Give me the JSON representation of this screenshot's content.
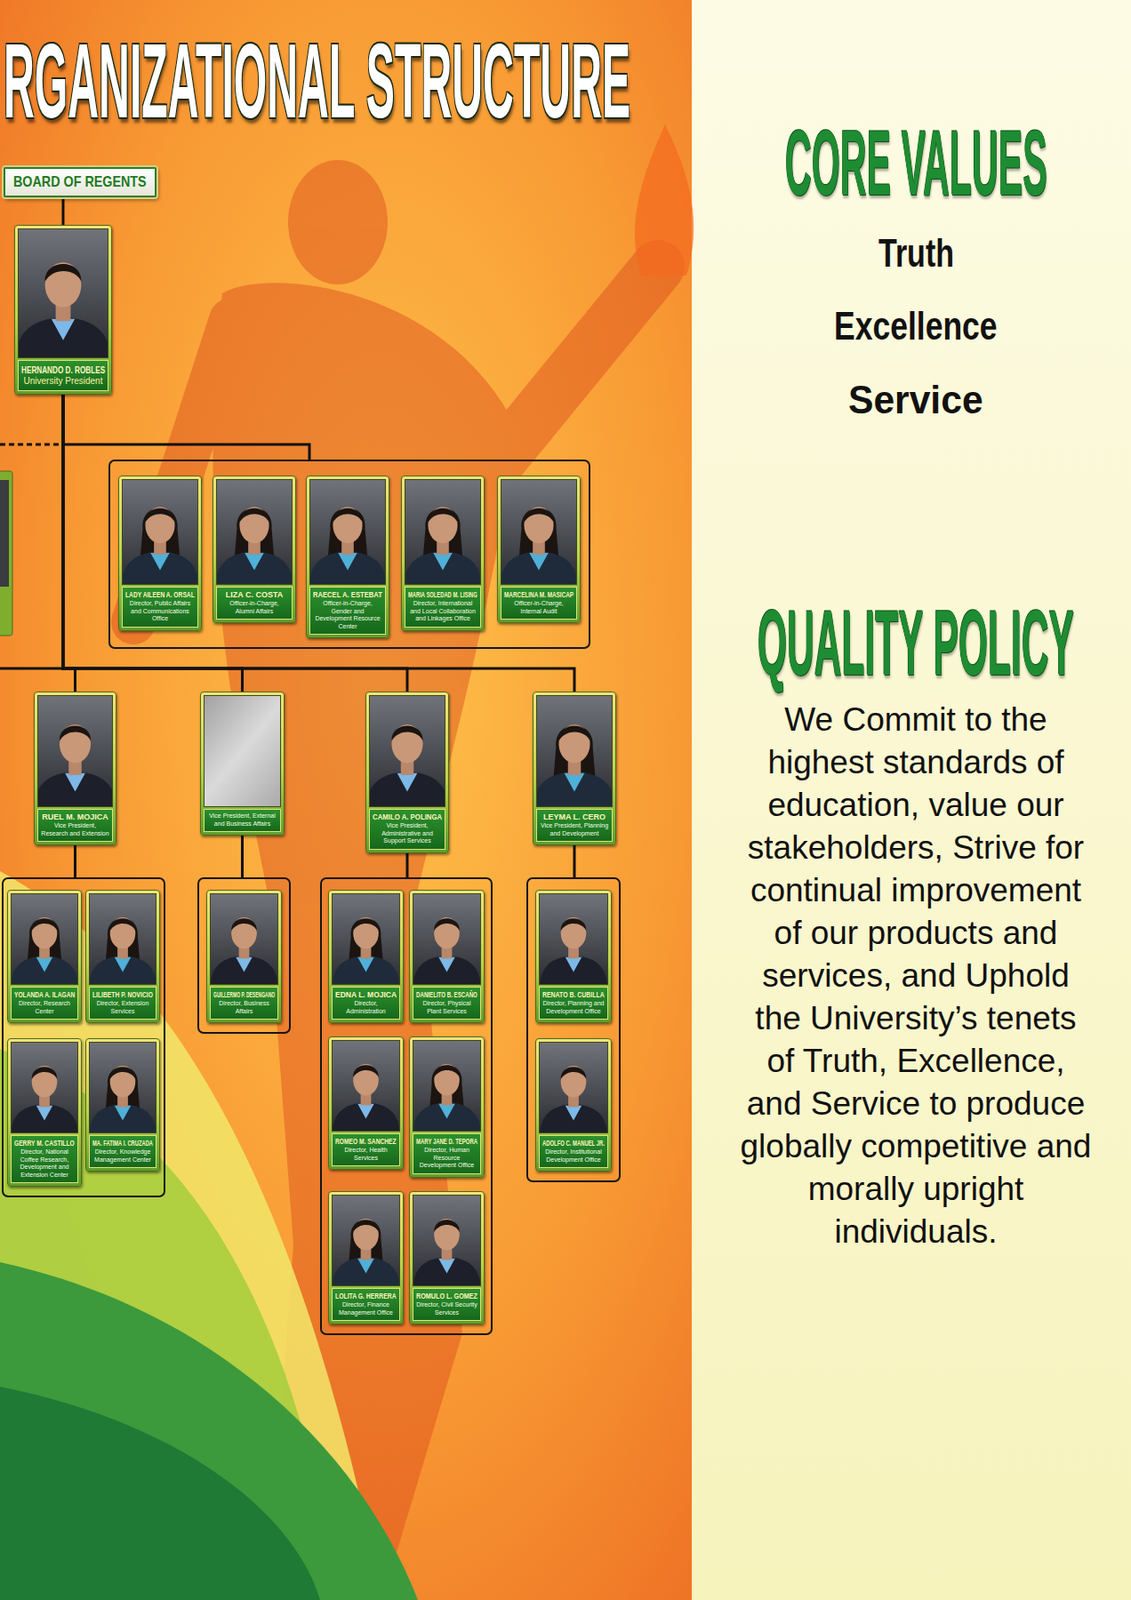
{
  "diagram": {
    "title": "RGANIZATIONAL STRUCTURE",
    "nodes": [
      {
        "text": [
          "BOARD OF REGENTS"
        ]
      },
      {
        "text": [
          "HERNANDO D. ROBLES",
          "University President"
        ]
      },
      {
        "text": []
      },
      {
        "text": [
          "LADY AILEEN A. ORSAL",
          "Director, Public Affairs and Communications Office"
        ],
        "in": 2
      },
      {
        "text": [
          "LIZA C. COSTA",
          "Officer-in-Charge, Alumni Affairs"
        ],
        "in": 2
      },
      {
        "text": [
          "RAECEL A. ESTEBAT",
          "Officer-in-Charge, Gender and Development Resource Center"
        ],
        "in": 2
      },
      {
        "text": [
          "MARIA SOLEDAD M. LISING",
          "Director, International and Local Collaboration and Linkages Office"
        ],
        "in": 2
      },
      {
        "text": [
          "MARCELINA M. MASICAP",
          "Officer-in-Charge, Internal Audit"
        ],
        "in": 2
      },
      {
        "text": [
          "RUEL M. MOJICA",
          "Vice President, Research and Extension"
        ]
      },
      {
        "text": [
          "Vice President, External and Business Affairs"
        ]
      },
      {
        "text": [
          "CAMILO A. POLINGA",
          "Vice President, Administrative and Support Services"
        ]
      },
      {
        "text": [
          "LEYMA L. CERO",
          "Vice President, Planning and Development"
        ]
      },
      {
        "text": []
      },
      {
        "text": [
          "YOLANDA A. ILAGAN",
          "Director, Research Center"
        ],
        "in": 12
      },
      {
        "text": [
          "LILIBETH P. NOVICIO",
          "Director, Extension Services"
        ],
        "in": 12
      },
      {
        "text": [
          "GERRY M. CASTILLO",
          "Director, National Coffee Research, Development and Extension Center"
        ],
        "in": 12
      },
      {
        "text": [
          "MA. FATIMA I. CRUZADA",
          "Director, Knowledge Management Center"
        ],
        "in": 12
      },
      {
        "text": []
      },
      {
        "text": [
          "GUILLERMO P. DESENGANO",
          "Director, Business Affairs"
        ],
        "in": 17
      },
      {
        "text": []
      },
      {
        "text": [
          "EDNA L. MOJICA",
          "Director, Administration"
        ],
        "in": 19
      },
      {
        "text": [
          "DANIELITO B. ESCAÑO",
          "Director, Physical Plant Services"
        ],
        "in": 19
      },
      {
        "text": [
          "ROMEO M. SANCHEZ",
          "Director, Health Services"
        ],
        "in": 19
      },
      {
        "text": [
          "MARY JANE D. TEPORA",
          "Director, Human Resource Development Office"
        ],
        "in": 19
      },
      {
        "text": [
          "LOLITA G. HERRERA",
          "Director, Finance Management Office"
        ],
        "in": 19
      },
      {
        "text": [
          "ROMULO L. GOMEZ",
          "Director, Civil Security Services"
        ],
        "in": 19
      },
      {
        "text": []
      },
      {
        "text": [
          "RENATO B. CUBILLA",
          "Director, Planning and Development Office"
        ],
        "in": 26
      },
      {
        "text": [
          "ADOLFO C. MANUEL JR.",
          "Director, Institutional Development Office"
        ],
        "in": 26
      }
    ],
    "edges": [
      {
        "from": 0,
        "to": 1,
        "arrow": "none"
      },
      {
        "from": 1,
        "to": 2,
        "arrow": "none"
      },
      {
        "from": 1,
        "to": 8,
        "arrow": "none"
      },
      {
        "from": 1,
        "to": 9,
        "arrow": "none"
      },
      {
        "from": 1,
        "to": 10,
        "arrow": "none"
      },
      {
        "from": 1,
        "to": 11,
        "arrow": "none"
      },
      {
        "from": 8,
        "to": 12,
        "arrow": "none"
      },
      {
        "from": 9,
        "to": 17,
        "arrow": "none"
      },
      {
        "from": 10,
        "to": 19,
        "arrow": "none"
      },
      {
        "from": 11,
        "to": 26,
        "arrow": "none"
      }
    ],
    "labels": [
      "CORE VALUES",
      "Truth",
      "Excellence",
      "Service",
      "QUALITY POLICY",
      "We Commit to the highest standards of education, value our stakeholders, Strive for continual improvement of our products and services, and Uphold the University’s tenets of Truth, Excellence, and Service to produce globally competitive and morally upright individuals."
    ]
  }
}
